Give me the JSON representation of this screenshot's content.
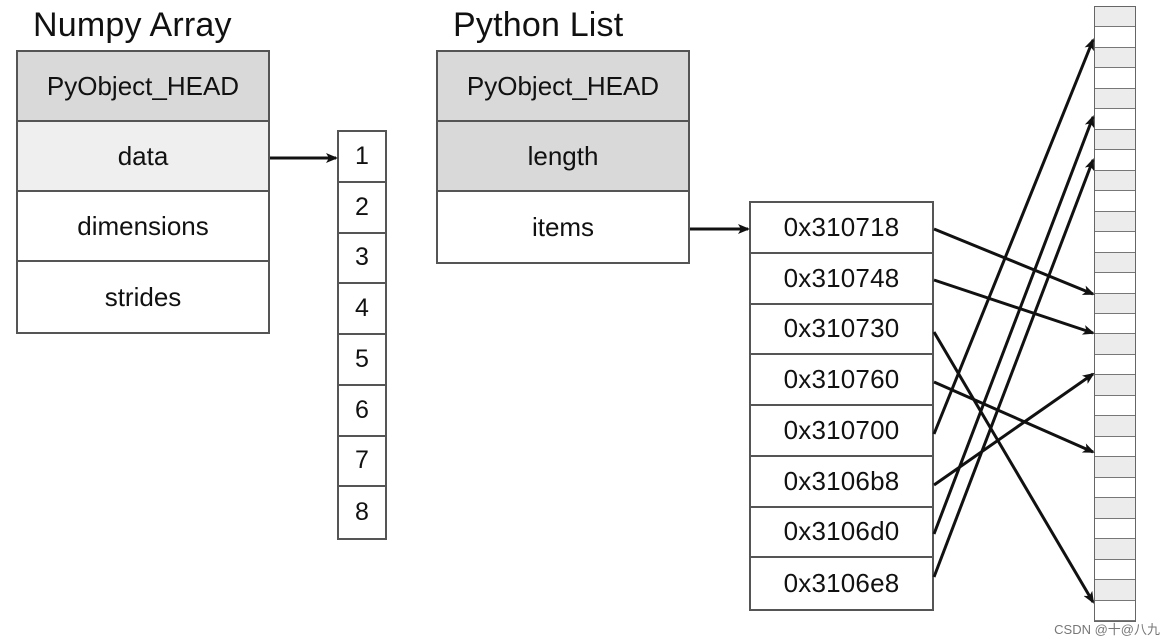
{
  "numpy": {
    "title": "Numpy Array",
    "fields": [
      "PyObject_HEAD",
      "data",
      "dimensions",
      "strides"
    ],
    "data_values": [
      "1",
      "2",
      "3",
      "4",
      "5",
      "6",
      "7",
      "8"
    ]
  },
  "python_list": {
    "title": "Python List",
    "fields": [
      "PyObject_HEAD",
      "length",
      "items"
    ],
    "pointers": [
      "0x310718",
      "0x310748",
      "0x310730",
      "0x310760",
      "0x310700",
      "0x3106b8",
      "0x3106d0",
      "0x3106e8"
    ]
  },
  "watermark": "CSDN @十@八九",
  "colors": {
    "header_fill": "#d9d9d9",
    "highlight_fill": "#efefef",
    "border": "#555555",
    "arrow": "#111111"
  }
}
